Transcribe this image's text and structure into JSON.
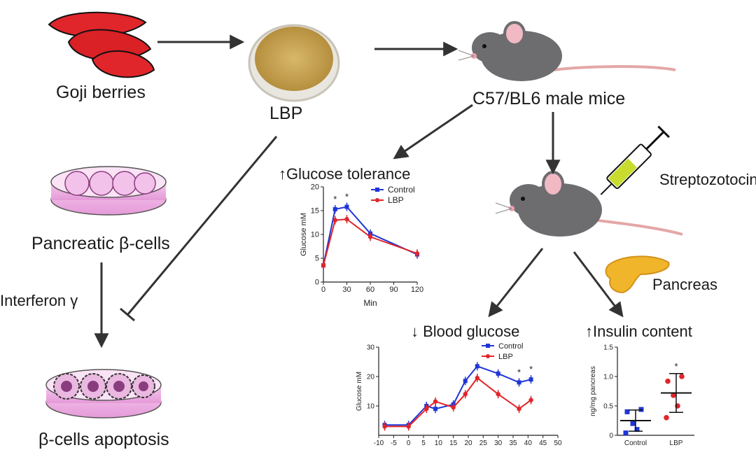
{
  "nodes": {
    "goji": "Goji berries",
    "lbp": "LBP",
    "mice": "C57/BL6 male mice",
    "streptozotocin": "Streptozotocin",
    "pancreas": "Pancreas",
    "beta_cells": "Pancreatic β-cells",
    "interferon": "Interferon γ",
    "apoptosis": "β-cells apoptosis",
    "glucose_tolerance": "↑Glucose tolerance",
    "blood_glucose": "↓ Blood glucose",
    "insulin_content": "↑Insulin content"
  },
  "colors": {
    "control": "#1f35d6",
    "lbp": "#e0262a",
    "arrow": "#333333"
  },
  "chart_data": [
    {
      "type": "line",
      "title": "↑Glucose tolerance",
      "xlabel": "Min",
      "ylabel": "Glucose mM",
      "xlim": [
        0,
        120
      ],
      "ylim": [
        0,
        20
      ],
      "xticks": [
        0,
        30,
        60,
        90,
        120
      ],
      "yticks": [
        0,
        5,
        10,
        15,
        20
      ],
      "x": [
        0,
        15,
        30,
        60,
        120
      ],
      "series": [
        {
          "name": "Control",
          "values": [
            3.5,
            15.3,
            15.8,
            10.2,
            5.8
          ]
        },
        {
          "name": "LBP",
          "values": [
            3.5,
            13.0,
            13.2,
            9.5,
            6.0
          ]
        }
      ],
      "annotations": [
        {
          "x": 15,
          "text": "*"
        },
        {
          "x": 30,
          "text": "*"
        }
      ],
      "legend": "top-right"
    },
    {
      "type": "line",
      "title": "↓ Blood glucose",
      "xlabel": "",
      "ylabel": "Glucose mM",
      "xlim": [
        -10,
        50
      ],
      "ylim": [
        0,
        30
      ],
      "xticks": [
        -10,
        -5,
        0,
        5,
        10,
        15,
        20,
        25,
        30,
        35,
        40,
        45,
        50
      ],
      "yticks": [
        10,
        20,
        30
      ],
      "x": [
        -8,
        0,
        6,
        9,
        15,
        19,
        23,
        30,
        37,
        41
      ],
      "series": [
        {
          "name": "Control",
          "values": [
            3.5,
            3.5,
            10,
            9,
            10.5,
            18.5,
            23.5,
            21,
            18,
            19
          ]
        },
        {
          "name": "LBP",
          "values": [
            3.0,
            3.0,
            9,
            11.5,
            9.5,
            14,
            19.5,
            14,
            9,
            12
          ]
        }
      ],
      "annotations": [
        {
          "x": 37,
          "text": "*"
        },
        {
          "x": 41,
          "text": "*"
        }
      ],
      "legend": "top-right"
    },
    {
      "type": "scatter",
      "title": "↑Insulin content",
      "ylabel": "ng/mg pancreas",
      "categories": [
        "Control",
        "LBP"
      ],
      "ylim": [
        0,
        1.5
      ],
      "yticks": [
        0,
        0.5,
        1.0,
        1.5
      ],
      "ytick_labels": [
        "0",
        "0.5",
        "1.0",
        "1.5"
      ],
      "series": [
        {
          "name": "Control",
          "points": [
            0.4,
            0.44,
            0.2,
            0.1,
            0.04
          ],
          "mean": 0.25,
          "err": 0.18
        },
        {
          "name": "LBP",
          "points": [
            0.92,
            1.0,
            0.68,
            0.5,
            0.3
          ],
          "mean": 0.72,
          "err": 0.33
        }
      ],
      "annotations": [
        {
          "category": "LBP",
          "text": "*"
        }
      ]
    }
  ]
}
